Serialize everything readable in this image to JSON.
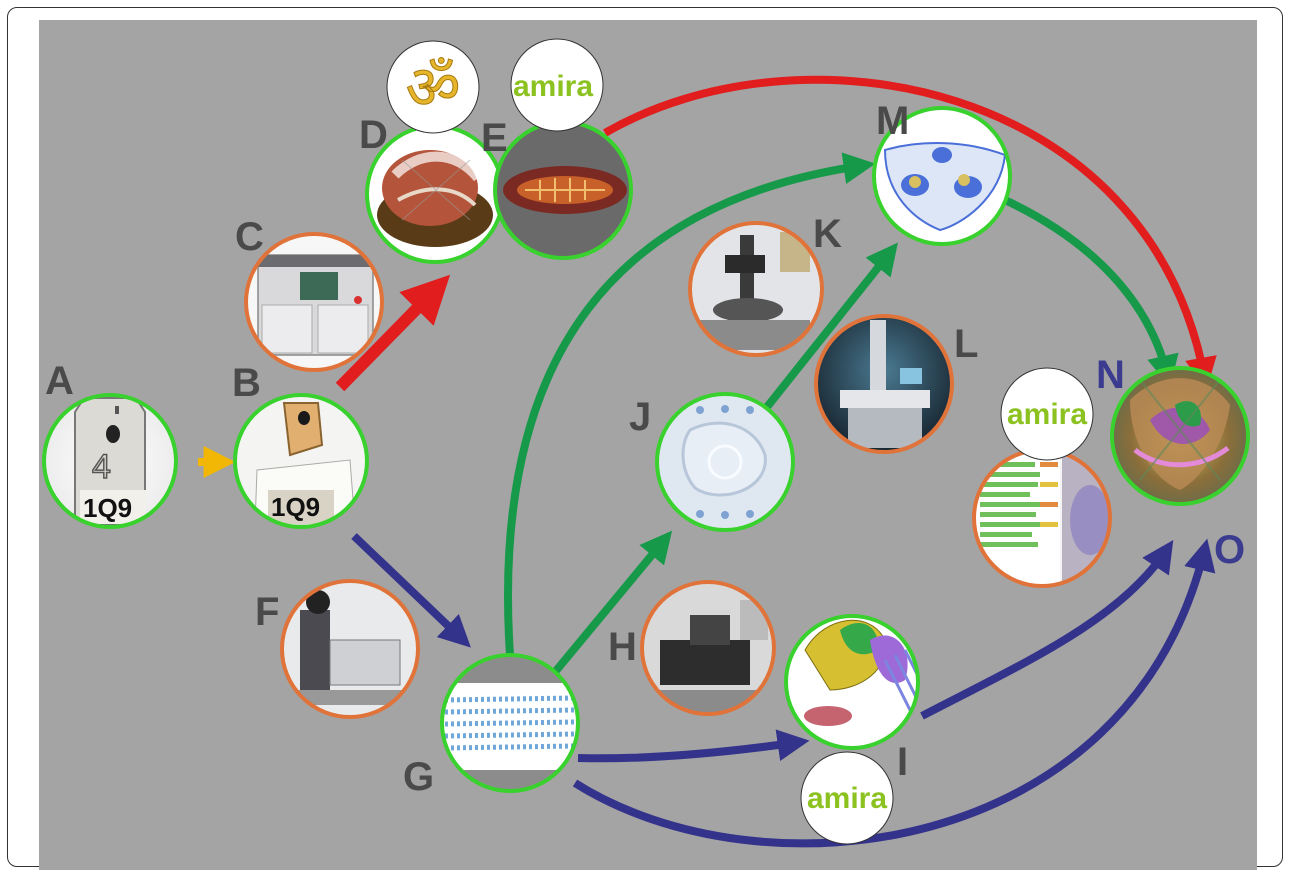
{
  "labels": {
    "A": "A",
    "B": "B",
    "C": "C",
    "D": "D",
    "E": "E",
    "F": "F",
    "G": "G",
    "H": "H",
    "I": "I",
    "J": "J",
    "K": "K",
    "L": "L",
    "M": "M",
    "N": "N",
    "O": "O"
  },
  "specimen_tag": {
    "number": "4",
    "code": "1Q9"
  },
  "block_tag": {
    "code": "1Q9"
  },
  "software": {
    "amira": "amira",
    "om_symbol": "ॐ"
  },
  "colors": {
    "background": "#a4a4a4",
    "green_ring": "#39d12e",
    "orange_ring": "#e0733a",
    "red_arrow": "#e21d1d",
    "green_arrow": "#169a4a",
    "blue_arrow": "#34338c",
    "yellow_arrow": "#f2b705"
  }
}
